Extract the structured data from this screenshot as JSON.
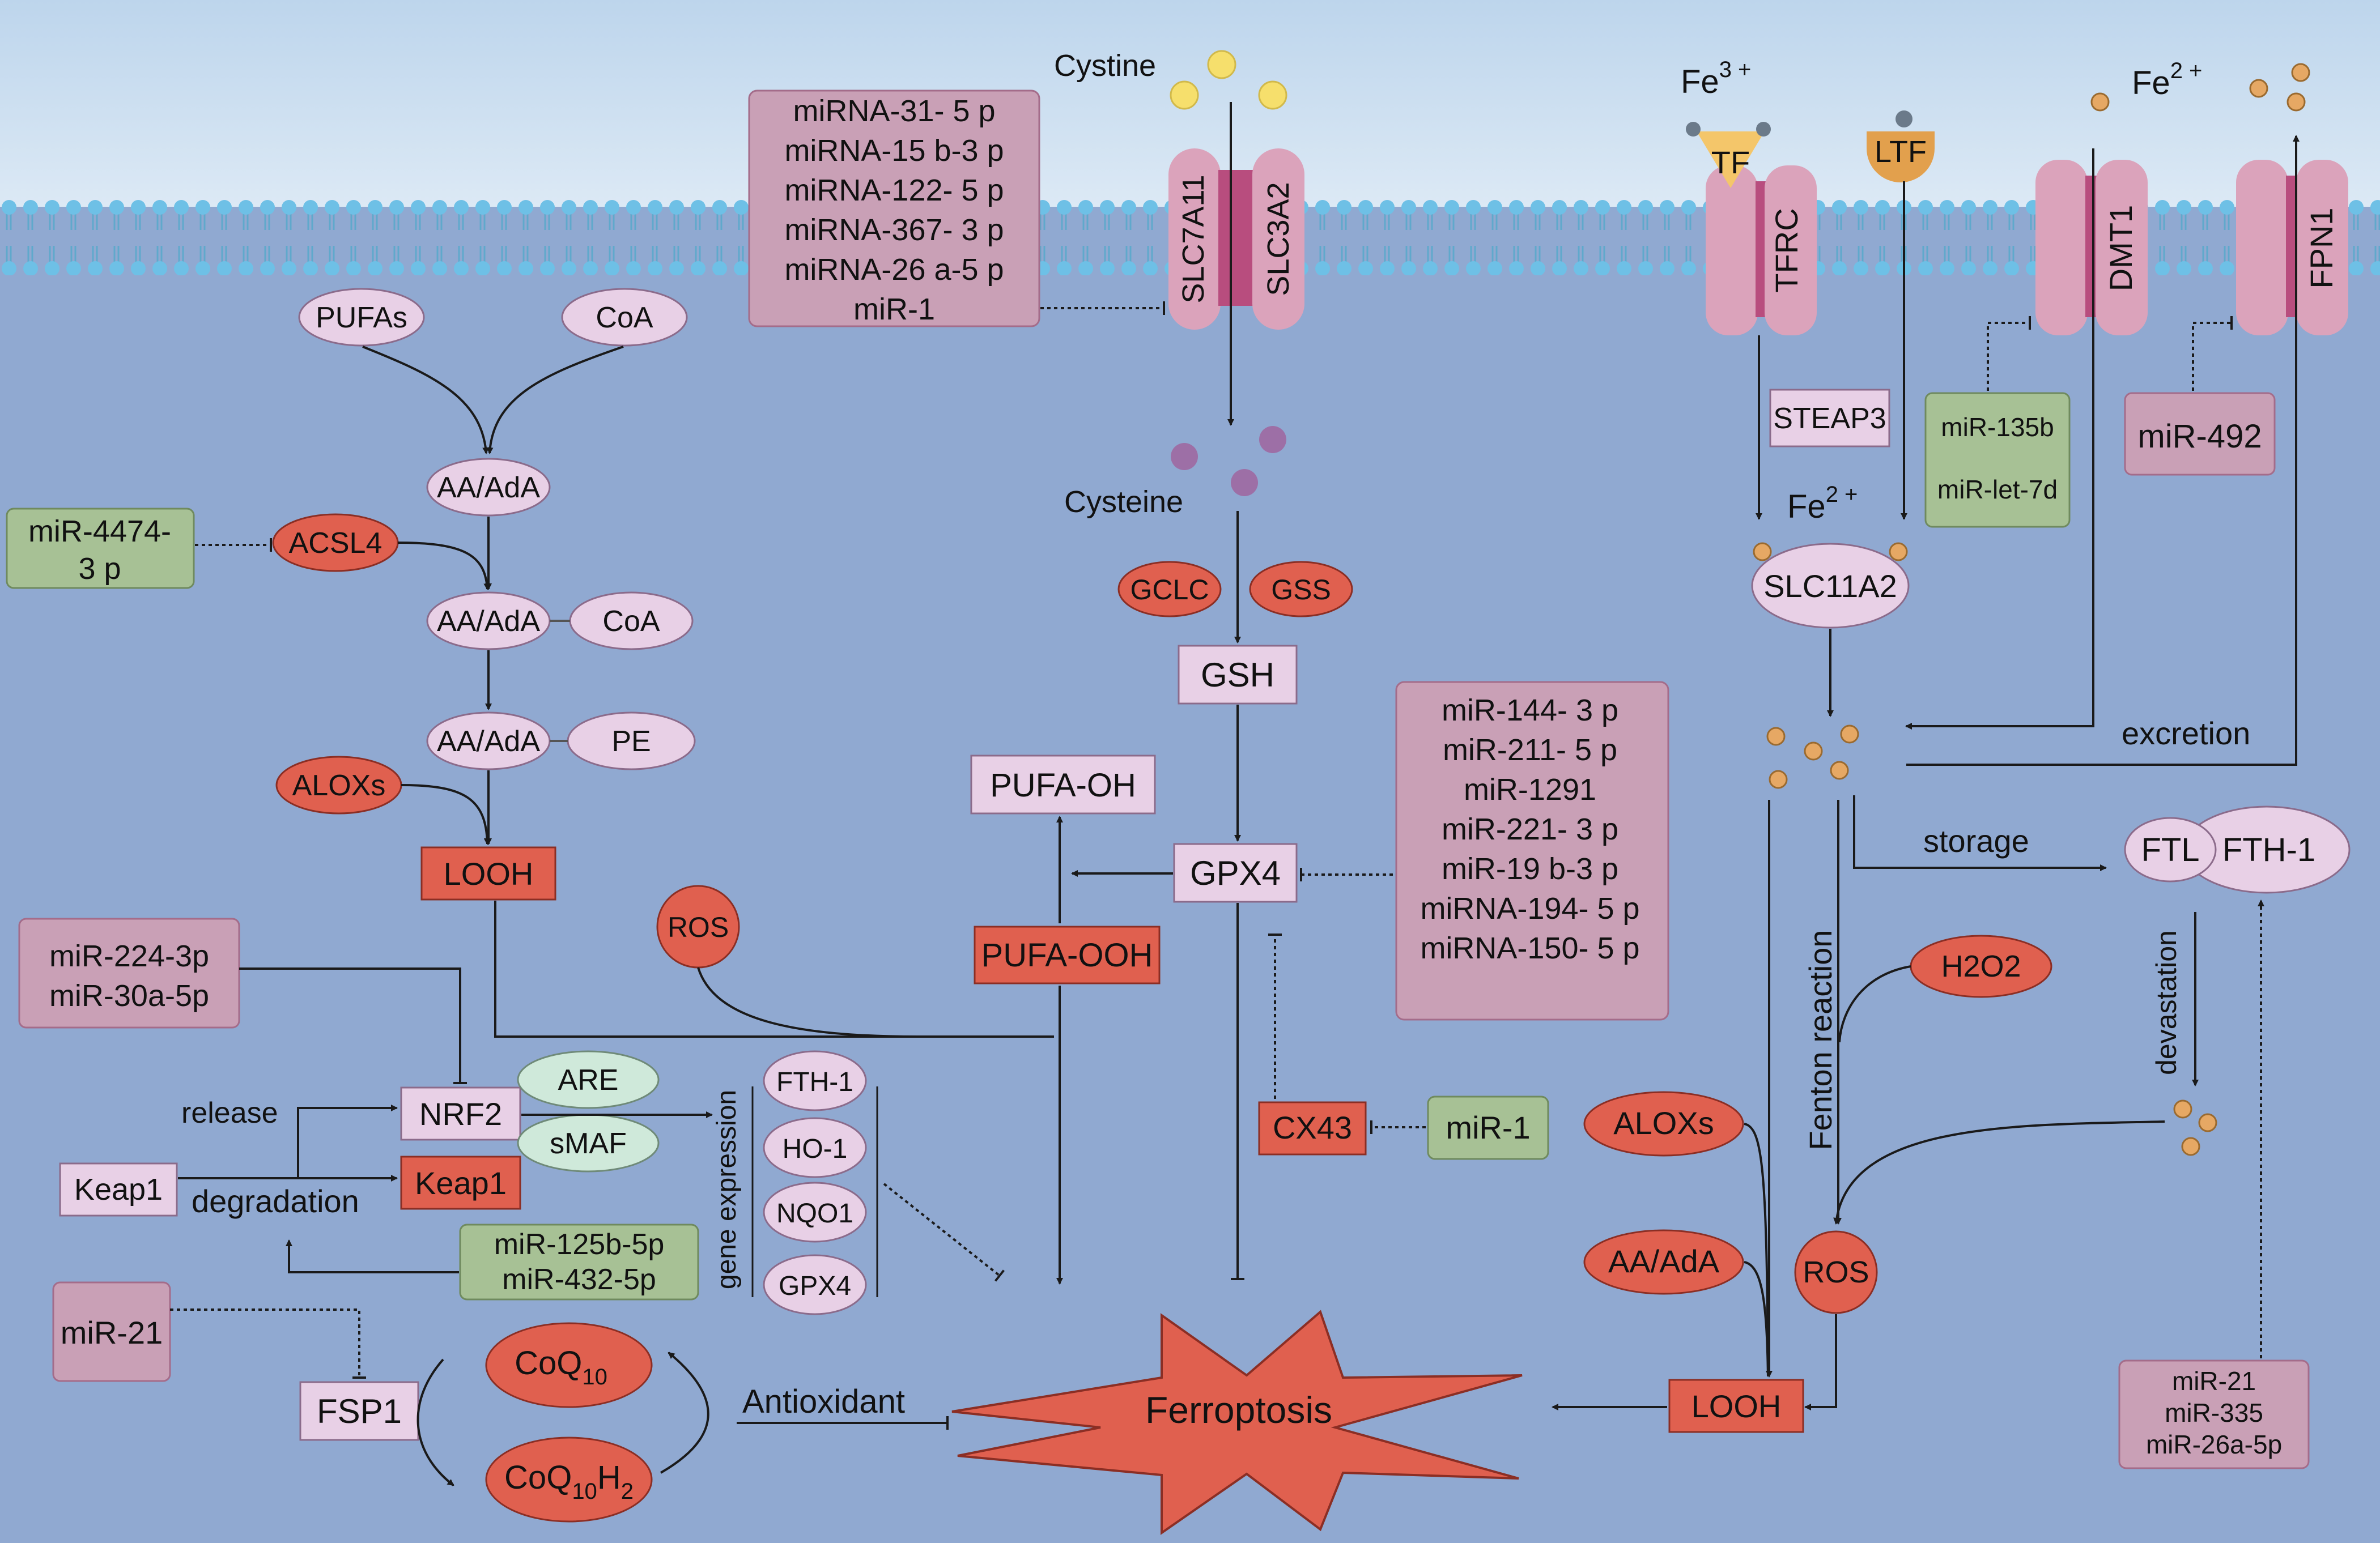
{
  "colors": {
    "sky": "#c3d8ec",
    "cytoplasm": "#90a9d1",
    "membrane_head": "#7ec8e8",
    "pink_node": "#e8d0e6",
    "red_node": "#e0604f",
    "mirna_box": "#c9a0b6",
    "green_box": "#a7c195",
    "protein": "#dba3bb",
    "protein_dark": "#b84d7e",
    "ion_yellow": "#f6df6c",
    "ion_purple": "#9d6fa6",
    "ion_orange": "#e6a864",
    "mint": "#cfe9da"
  },
  "uptake": {
    "cystine_label": "Cystine",
    "mirna_list": [
      "miRNA-31- 5 p",
      "miRNA-15 b-3 p",
      "miRNA-122- 5 p",
      "miRNA-367- 3 p",
      "miRNA-26 a-5 p",
      "miR-1"
    ],
    "transporter_a": "SLC7A11",
    "transporter_b": "SLC3A2",
    "cysteine_label": "Cysteine",
    "gclc": "GCLC",
    "gss": "GSS",
    "gsh": "GSH",
    "gpx4": "GPX4",
    "pufa_oh": "PUFA-OH",
    "pufa_ooh": "PUFA-OOH",
    "ros": "ROS",
    "gpx4_mirna_list": [
      "miR-144- 3 p",
      "miR-211- 5 p",
      "miR-1291",
      "miR-221- 3 p",
      "miR-19 b-3 p",
      "miRNA-194- 5 p",
      "miRNA-150- 5 p"
    ],
    "cx43": "CX43",
    "cx43_mirna": "miR-1"
  },
  "lipid": {
    "pufas": "PUFAs",
    "coa": "CoA",
    "aa_ada": "AA/AdA",
    "acsl4": "ACSL4",
    "acsl4_mirna": "miR-4474-3 p",
    "acsl4_mirna_line1": "miR-4474-",
    "acsl4_mirna_line2": "3 p",
    "coa2": "CoA",
    "pe": "PE",
    "aloxs": "ALOXs",
    "looh": "LOOH"
  },
  "nrf2": {
    "mirna_line1": "miR-224-3p",
    "mirna_line2": "miR-30a-5p",
    "release": "release",
    "nrf2": "NRF2",
    "are": "ARE",
    "smaf": "sMAF",
    "gene_expression": "gene expression",
    "genes": [
      "FTH-1",
      "HO-1",
      "NQO1",
      "GPX4"
    ],
    "keap1": "Keap1",
    "degradation": "degradation",
    "keap1_red": "Keap1",
    "keap_mirna_line1": "miR-125b-5p",
    "keap_mirna_line2": "miR-432-5p"
  },
  "fsp1": {
    "mirna": "miR-21",
    "fsp1": "FSP1",
    "coq10": "CoQ",
    "coq10_sub": "10",
    "coq10h2_a": "CoQ",
    "coq10h2_sub": "10",
    "coq10h2_b": "H",
    "coq10h2_sub2": "2",
    "antioxidant": "Antioxidant"
  },
  "ferroptosis": "Ferroptosis",
  "iron": {
    "fe3": "Fe",
    "fe3_sup": "3 +",
    "tf": "TF",
    "tfrc": "TFRC",
    "ltf": "LTF",
    "fe2_top": "Fe",
    "fe2_top_sup": "2 +",
    "dmt1": "DMT1",
    "fpn1": "FPN1",
    "steap3": "STEAP3",
    "dmt1_mirna_line1": "miR-135b",
    "dmt1_mirna_line2": "miR-let-7d",
    "fpn1_mirna": "miR-492",
    "fe2_mid": "Fe",
    "fe2_mid_sup": "2 +",
    "slc11a2": "SLC11A2",
    "excretion": "excretion",
    "storage": "storage",
    "ftl": "FTL",
    "fth1": "FTH-1",
    "devastation": "devastation",
    "fenton": "Fenton reaction",
    "h2o2": "H2O2",
    "aloxs": "ALOXs",
    "aa_ada": "AA/AdA",
    "ros": "ROS",
    "looh": "LOOH",
    "ferritin_mirna": [
      "miR-21",
      "miR-335",
      "miR-26a-5p"
    ]
  }
}
